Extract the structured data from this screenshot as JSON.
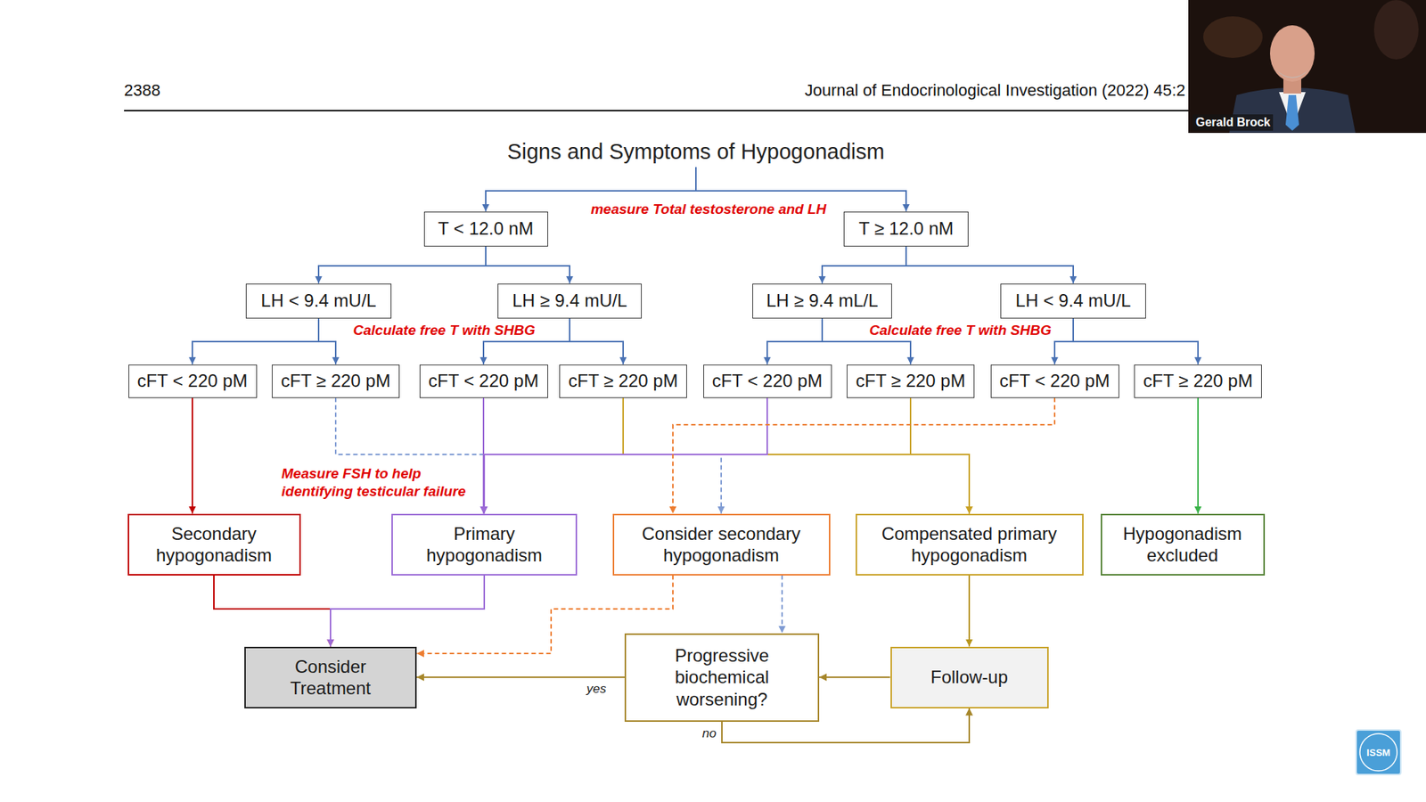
{
  "diagram": {
    "nodes": [
      {
        "text": [
          "Signs and Symptoms of Hypogonadism"
        ]
      },
      {
        "text": [
          "T < 12.0 nM"
        ]
      },
      {
        "text": [
          "T ≥ 12.0 nM"
        ]
      },
      {
        "text": [
          "LH < 9.4 mU/L"
        ]
      },
      {
        "text": [
          "LH ≥ 9.4 mU/L"
        ]
      },
      {
        "text": [
          "LH ≥ 9.4 mL/L"
        ]
      },
      {
        "text": [
          "LH < 9.4 mU/L"
        ]
      },
      {
        "text": [
          "cFT < 220 pM"
        ]
      },
      {
        "text": [
          "cFT ≥ 220 pM"
        ]
      },
      {
        "text": [
          "cFT < 220 pM"
        ]
      },
      {
        "text": [
          "cFT ≥ 220 pM"
        ]
      },
      {
        "text": [
          "cFT < 220 pM"
        ]
      },
      {
        "text": [
          "cFT ≥ 220 pM"
        ]
      },
      {
        "text": [
          "cFT < 220 pM"
        ]
      },
      {
        "text": [
          "cFT ≥ 220 pM"
        ]
      },
      {
        "text": [
          "Secondary hypogonadism"
        ]
      },
      {
        "text": [
          "Primary hypogonadism"
        ]
      },
      {
        "text": [
          "Consider secondary hypogonadism"
        ]
      },
      {
        "text": [
          "Compensated primary hypogonadism"
        ]
      },
      {
        "text": [
          "Hypogonadism excluded"
        ]
      },
      {
        "text": [
          "Consider Treatment"
        ]
      },
      {
        "text": [
          "Progressive biochemical worsening?"
        ]
      },
      {
        "text": [
          "Follow-up"
        ]
      }
    ],
    "edges": [
      {
        "from": 0,
        "to": 1,
        "arrow": "to"
      },
      {
        "from": 0,
        "to": 2,
        "arrow": "to"
      },
      {
        "from": 1,
        "to": 3,
        "arrow": "to"
      },
      {
        "from": 1,
        "to": 4,
        "arrow": "to"
      },
      {
        "from": 2,
        "to": 5,
        "arrow": "to"
      },
      {
        "from": 2,
        "to": 6,
        "arrow": "to"
      },
      {
        "from": 3,
        "to": 7,
        "arrow": "to"
      },
      {
        "from": 3,
        "to": 8,
        "arrow": "to"
      },
      {
        "from": 4,
        "to": 9,
        "arrow": "to"
      },
      {
        "from": 4,
        "to": 10,
        "arrow": "to"
      },
      {
        "from": 5,
        "to": 11,
        "arrow": "to"
      },
      {
        "from": 5,
        "to": 12,
        "arrow": "to"
      },
      {
        "from": 6,
        "to": 13,
        "arrow": "to"
      },
      {
        "from": 6,
        "to": 14,
        "arrow": "to"
      },
      {
        "from": 7,
        "to": 15,
        "arrow": "to"
      },
      {
        "from": 8,
        "to": 17,
        "arrow": "to"
      },
      {
        "from": 9,
        "to": 16,
        "arrow": "to"
      },
      {
        "from": 10,
        "to": 18,
        "arrow": "to"
      },
      {
        "from": 11,
        "to": 16,
        "arrow": "to"
      },
      {
        "from": 12,
        "to": 18,
        "arrow": "to"
      },
      {
        "from": 13,
        "to": 17,
        "arrow": "to"
      },
      {
        "from": 14,
        "to": 19,
        "arrow": "to"
      },
      {
        "from": 15,
        "to": 20,
        "arrow": "to"
      },
      {
        "from": 16,
        "to": 20,
        "arrow": "to"
      },
      {
        "from": 17,
        "to": 20,
        "arrow": "to"
      },
      {
        "from": 17,
        "to": 21,
        "arrow": "to"
      },
      {
        "from": 18,
        "to": 22,
        "arrow": "to"
      },
      {
        "from": 22,
        "to": 21,
        "arrow": "to"
      },
      {
        "from": 21,
        "to": 20,
        "label": "yes",
        "arrow": "to"
      },
      {
        "from": 21,
        "to": 22,
        "label": "no",
        "arrow": "to"
      }
    ],
    "labels": [
      "2388",
      "Journal of Endocrinological Investigation (2022) 45:2",
      "measure Total testosterone and LH",
      "Calculate free T with SHBG",
      "Calculate free T with SHBG",
      "Measure FSH to help identifying testicular failure",
      "Gerald Brock",
      "ISSM"
    ]
  }
}
